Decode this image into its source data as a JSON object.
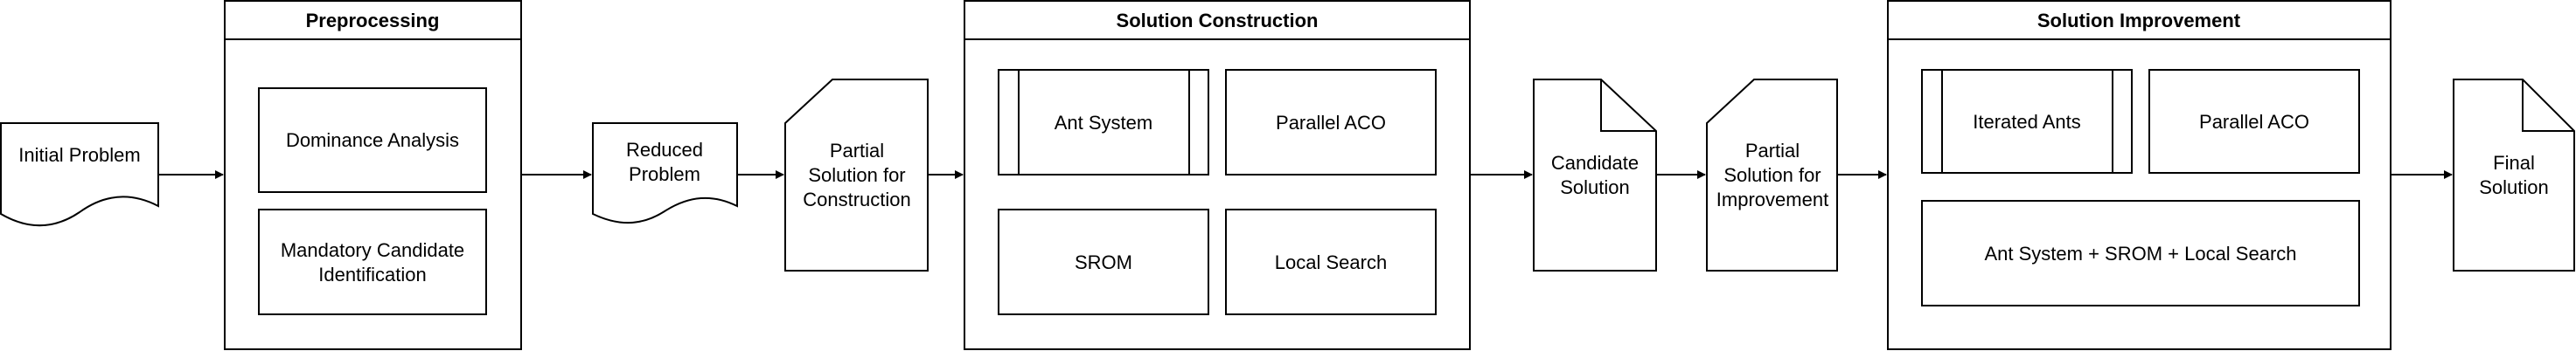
{
  "stages": {
    "preprocessing": {
      "title": "Preprocessing",
      "boxes": [
        "Dominance Analysis",
        "Mandatory Candidate\nIdentification"
      ]
    },
    "construction": {
      "title": "Solution Construction",
      "boxes": [
        "Ant System",
        "Parallel ACO",
        "SROM",
        "Local Search"
      ]
    },
    "improvement": {
      "title": "Solution Improvement",
      "boxes": [
        "Iterated Ants",
        "Parallel ACO",
        "Ant System + SROM + Local Search"
      ]
    }
  },
  "artifacts": {
    "initial_problem": "Initial Problem",
    "reduced_problem": "Reduced\nProblem",
    "partial_construction": "Partial\nSolution for\nConstruction",
    "candidate_solution": "Candidate\nSolution",
    "partial_improvement": "Partial\nSolution for\nImprovement",
    "final_solution": "Final\nSolution"
  }
}
